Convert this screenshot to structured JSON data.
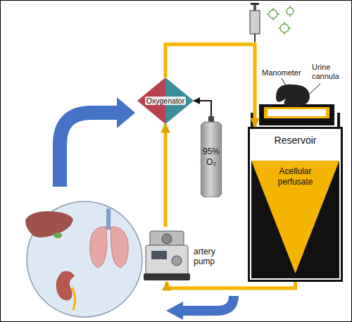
{
  "diagram": {
    "nodes": [
      {
        "text": [
          "Oxygenator"
        ]
      },
      {
        "text": [
          "95% O₂"
        ]
      },
      {
        "text": [
          "Reservoir"
        ]
      },
      {
        "text": [
          "Acellular perfusate"
        ],
        "in": 2
      },
      {
        "text": [
          "artery pump"
        ]
      }
    ],
    "edges": [
      {
        "from": 1,
        "to": 0,
        "arrow": "to"
      },
      {
        "from": 4,
        "to": 0,
        "arrow": "to"
      },
      {
        "from": 0,
        "to": 2,
        "arrow": "to"
      },
      {
        "from": 3,
        "to": 4,
        "arrow": "to"
      }
    ],
    "labels": [
      "Manometer",
      "Urine cannula"
    ]
  }
}
